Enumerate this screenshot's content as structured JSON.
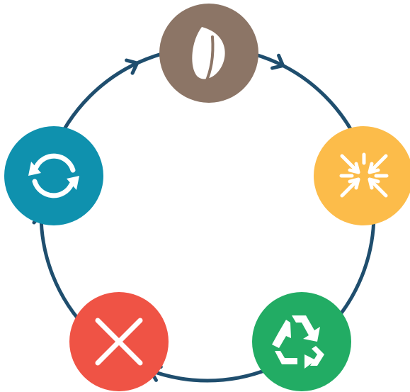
{
  "diagram": {
    "ring_color": "#1f4e6e",
    "nodes": [
      {
        "name": "leaf",
        "icon": "leaf-icon",
        "color": "#8c7566"
      },
      {
        "name": "compress",
        "icon": "compress-arrows-icon",
        "color": "#fcbc4a"
      },
      {
        "name": "recycle",
        "icon": "recycle-icon",
        "color": "#22ac64"
      },
      {
        "name": "reject",
        "icon": "close-x-icon",
        "color": "#ef5345"
      },
      {
        "name": "reuse",
        "icon": "refresh-cycle-icon",
        "color": "#0f91ae"
      }
    ]
  }
}
